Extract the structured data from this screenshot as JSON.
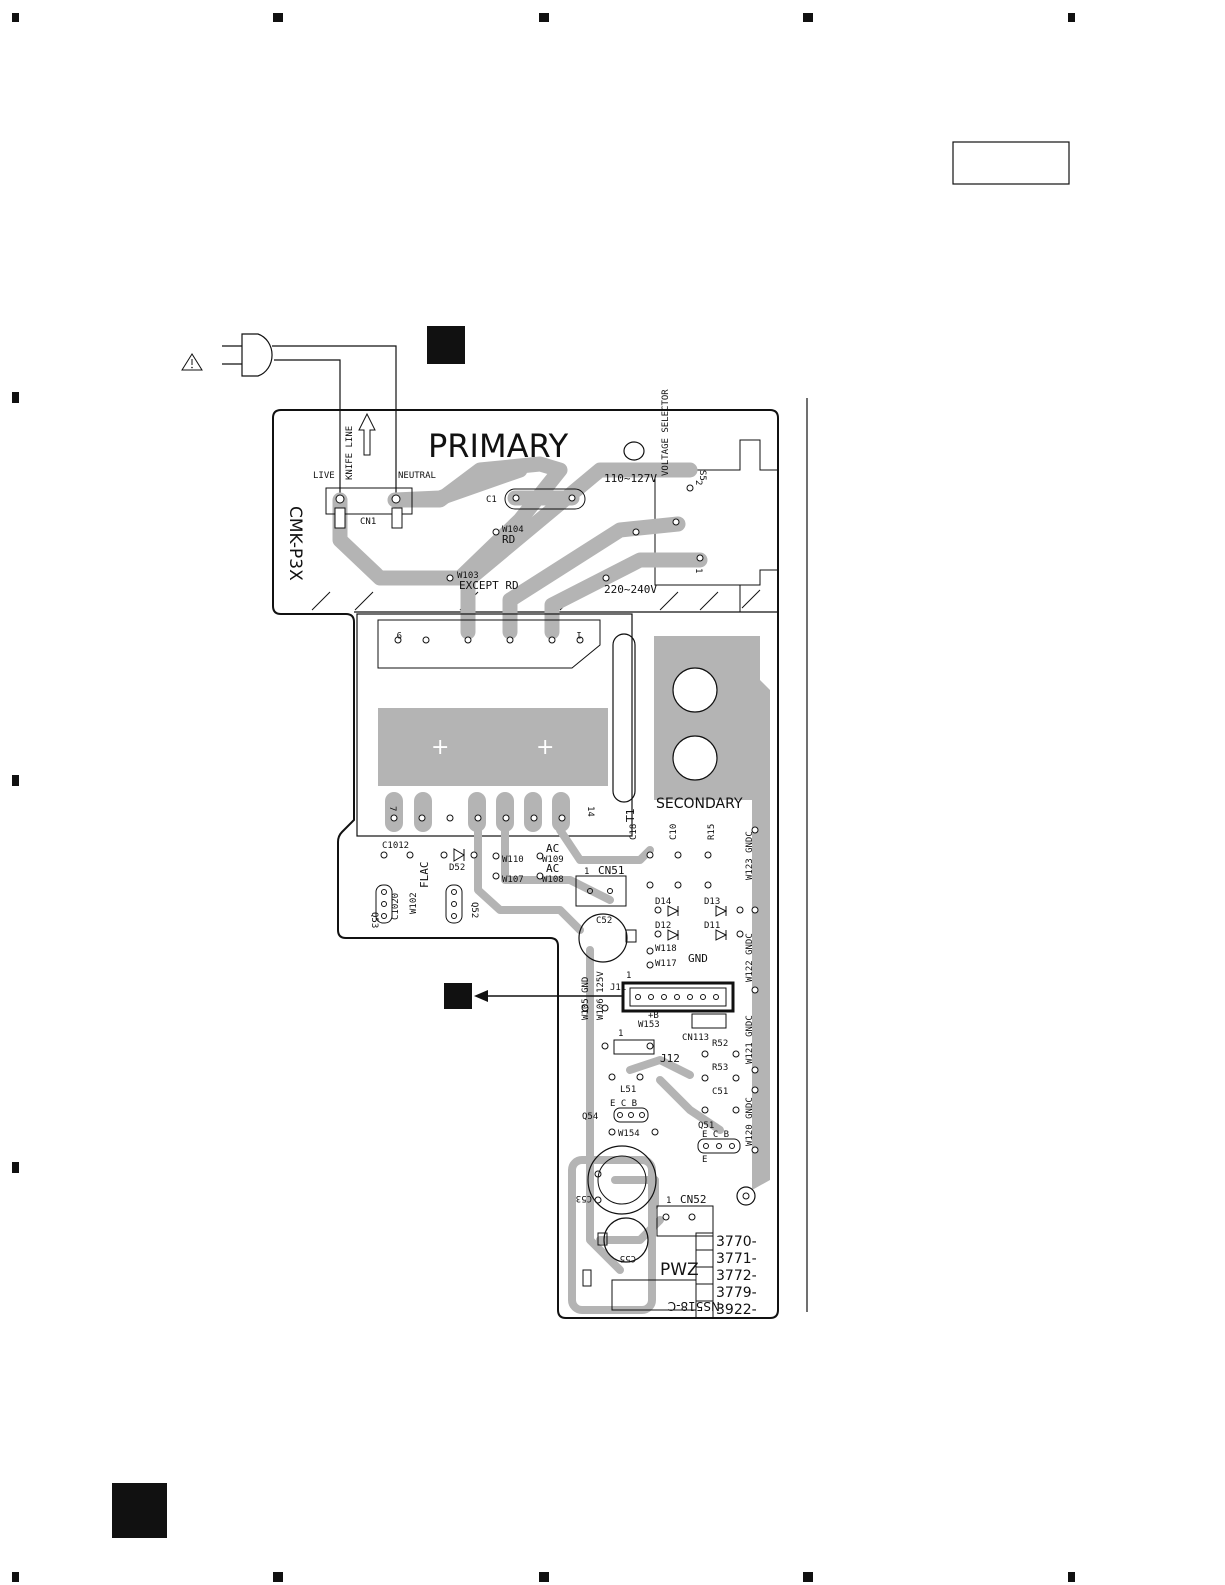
{
  "board": {
    "title_primary": "PRIMARY",
    "title_secondary": "SECONDARY",
    "board_id": "CMK-P3X",
    "board_code": "PWZ",
    "part_number": "NS518-C",
    "transformer": "T1"
  },
  "labels": {
    "live": "LIVE",
    "neutral": "NEUTRAL",
    "knife_line": "KNIFE LINE",
    "cn1": "CN1",
    "c1": "C1",
    "w104": "W104",
    "rd": "RD",
    "w103": "W103",
    "except_rd": "EXCEPT RD",
    "v110": "110~127V",
    "v220": "220~240V",
    "voltage_selector": "VOLTAGE SELECTOR",
    "s5": "S5",
    "s5_pin1": "1",
    "s5_pin2": "2",
    "pin9": "9",
    "pin1": "1",
    "pin7": "7",
    "pin14": "14",
    "plus": "+",
    "c1012": "C1012",
    "d52": "D52",
    "flac": "FLAC",
    "w110": "W110",
    "w107": "W107",
    "ac1": "AC",
    "ac2": "AC",
    "w109": "W109",
    "w108": "W108",
    "q53": "Q53",
    "q52": "Q52",
    "c1020": "C1020",
    "w102": "W102",
    "cn51": "CN51",
    "cn51_pin": "1",
    "c18": "C18",
    "c10": "C10",
    "r15": "R15",
    "d14": "D14",
    "d13": "D13",
    "d12": "D12",
    "d11": "D11",
    "c52": "C52",
    "w118": "W118",
    "w117": "W117",
    "gnd": "GND",
    "w123": "W123 GNDC",
    "w122": "W122 GNDC",
    "w121": "W121 GNDC",
    "w120": "W120 GNDC",
    "gndc": "GNDC",
    "w105": "W105 GND",
    "w106": "W106 125V",
    "j11": "J11",
    "j11_pin": "1",
    "b_plus": "+B",
    "w153": "W153",
    "cn113": "CN113",
    "j12": "J12",
    "j12_pin": "1",
    "r52": "R52",
    "r53": "R53",
    "l51": "L51",
    "c51": "C51",
    "q54": "Q54",
    "q54_ecb": "E C B",
    "w154": "W154",
    "q51": "Q51",
    "q51_ecb": "E C B",
    "q51_e": "E",
    "c53": "C53",
    "c55": "C55",
    "cn52": "CN52",
    "cn52_pin": "1",
    "codes": [
      "3770-",
      "3771-",
      "3772-",
      "3779-",
      "3922-"
    ]
  },
  "colors": {
    "copper": "#b4b4b4",
    "outline": "#111111",
    "background": "#ffffff"
  },
  "icons": {
    "warning": "warning-triangle-icon",
    "plug": "power-plug-icon",
    "arrow": "up-arrow-icon",
    "registration": "registration-mark-icon"
  }
}
